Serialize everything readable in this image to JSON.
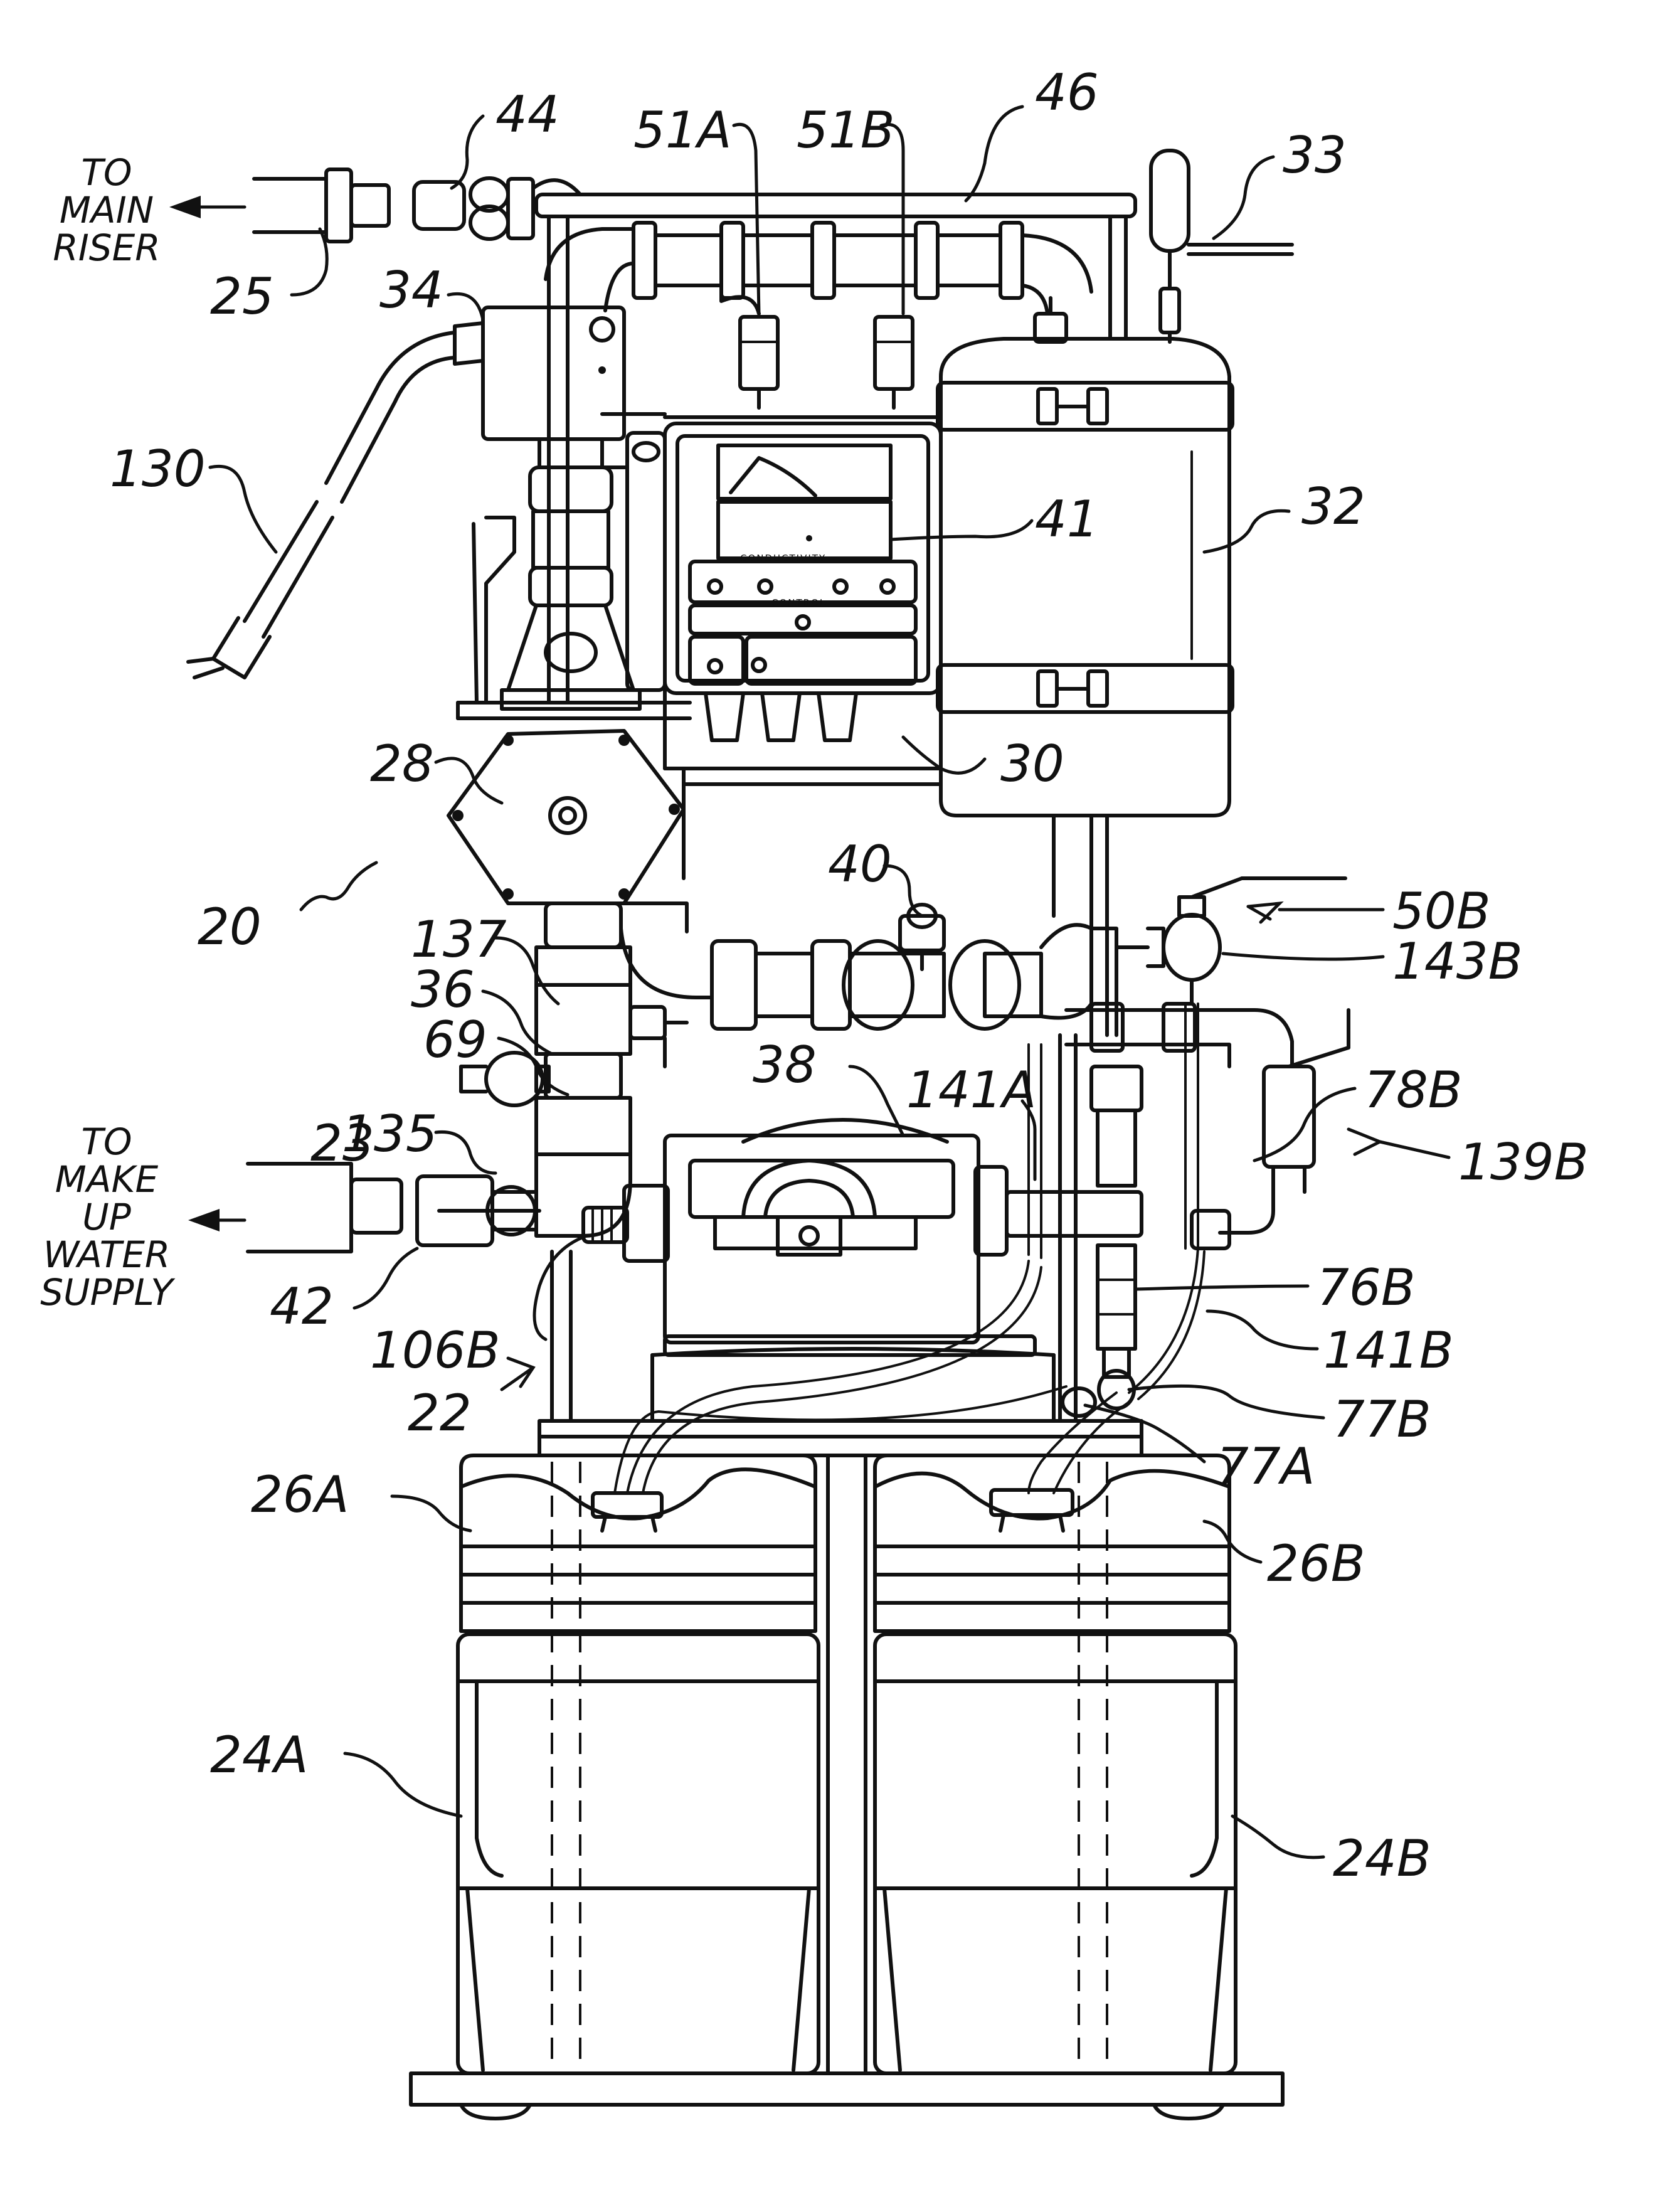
{
  "figure": {
    "notes": {
      "main_riser": [
        "TO",
        "MAIN",
        "RISER"
      ],
      "make_up": [
        "TO",
        "MAKE",
        "UP",
        "WATER",
        "SUPPLY"
      ]
    },
    "panel": {
      "conductivity": "CONDUCTIVITY",
      "control": "CONTROL"
    },
    "labels": {
      "l44": "44",
      "l51A": "51A",
      "l51B": "51B",
      "l46": "46",
      "l33": "33",
      "l25": "25",
      "l34": "34",
      "l130": "130",
      "l41": "41",
      "l32": "32",
      "l28": "28",
      "l30": "30",
      "l20": "20",
      "l40": "40",
      "l50B": "50B",
      "l137": "137",
      "l143B": "143B",
      "l36": "36",
      "l69": "69",
      "l38": "38",
      "l141A": "141A",
      "l78B": "78B",
      "l135": "135",
      "l139B": "139B",
      "l23": "23",
      "l42": "42",
      "l76B": "76B",
      "l106B": "106B",
      "l141B": "141B",
      "l22": "22",
      "l77B": "77B",
      "l77A": "77A",
      "l26A": "26A",
      "l26B": "26B",
      "l24A": "24A",
      "l24B": "24B"
    }
  }
}
